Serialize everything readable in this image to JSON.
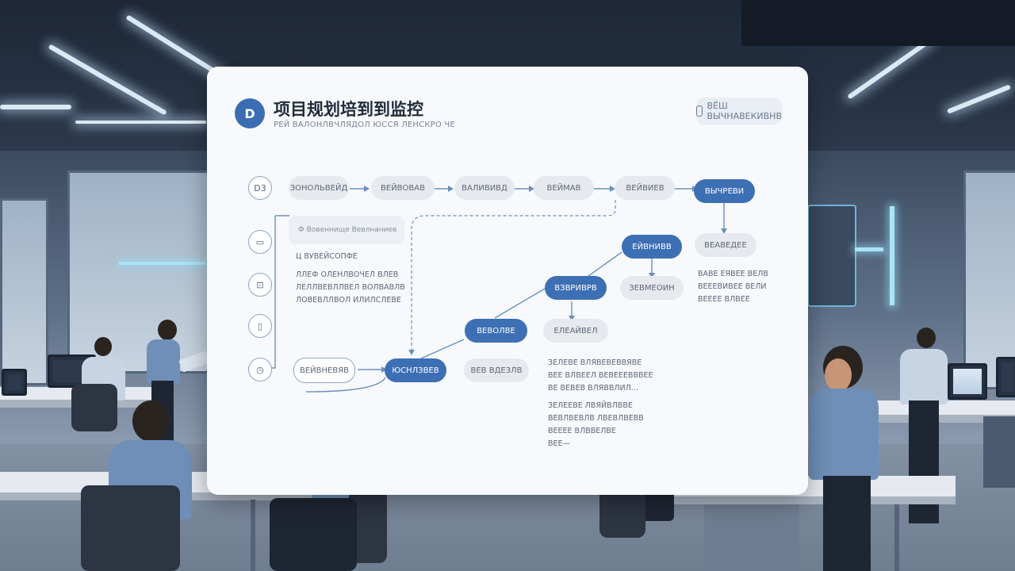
{
  "board": {
    "logo": "D",
    "title": "项目规划培到到监控",
    "subtitle": "РЕЙ ВАЛОНЛВЧЛЯДОЛ ЮССЯ ЛЕНСКРО ЧЕ",
    "top_button": "ВЁШ ВЫЧНАВЕКИВНВ",
    "top_button_icon": "chart-icon",
    "side_icons": [
      {
        "label": "D3",
        "icon": "id-icon"
      },
      {
        "label": "▭",
        "icon": "monitor-icon"
      },
      {
        "label": "⊡",
        "icon": "checkbox-icon"
      },
      {
        "label": "▯",
        "icon": "document-icon"
      },
      {
        "label": "◷",
        "icon": "clock-icon"
      }
    ],
    "row1": [
      "ЗОНОЛЬВЕЙД",
      "ВЕЙВОВАВ",
      "ВАЛИВИВД",
      "ВЕЙМАВ",
      "ВЕЙВИЕВ",
      "ВЫЧРЕВИ"
    ],
    "note_box": "Ф Вовеннище Вевлнаниев",
    "left_text": {
      "heading": "Ц ВУВЕЙСОПФЕ",
      "lines": [
        "ЛЛЕФ ОЛЕНЛВОЧЕЛ ВЛЕВ",
        "ЛЕЛЛВЕВЛЛВЕЛ ВОЛВАВЛВ",
        "ЛОВЕВЛЛВОЛ ИЛИЛСЛЕВЕ"
      ]
    },
    "right_nodes": {
      "blue_top": "ЕЙВНИВВ",
      "gray_top": "ВЕАВЕДЕЕ",
      "blue_mid": "ВЗВРИВРВ",
      "gray_mid": "ЗЕВМЕОИН",
      "blue_low": "ВЕВОЛВЕ",
      "gray_low": "ЕЛЕАЙВЕЛ",
      "blue_bottom": "ЮСНЛЗВЕВ",
      "gray_bottom": "ВЕВ ВДЕЗЛВ",
      "out_bottom": "ВЕЙВНЕВЯВ"
    },
    "right_text": [
      "ВАВЕ ЕЯВЕЕ ВЕЛВ",
      "ВЕЕЕВИВЕЕ ВЕЛИ",
      "ВЕЕЕЕ ВЛВЕЕ"
    ],
    "bottom_text_a": [
      "ЗЕЛЕВЕ ВЛЯВЕВЕВВЯВЕ",
      "ВЕЕ ВЛВЕЕЛ ВЕВЕЕЕВВВЕЕ",
      "ВЕ ВЕВЕВ ВЛЯВВЛИЛ..."
    ],
    "bottom_text_b": [
      "ЗЕЛЕЕВЕ ЛВЯЙВЛВВЕ",
      "ВЕВЛВЕВЛВ ЛВЕВЛВЕВВ",
      "ВЕЕЕЕ ВЛВВЕЛВЕ",
      "ВЕЕ—"
    ]
  },
  "colors": {
    "accent": "#3d6fb5",
    "board_bg": "#f7f9fc",
    "room": "#2e3a4c"
  }
}
